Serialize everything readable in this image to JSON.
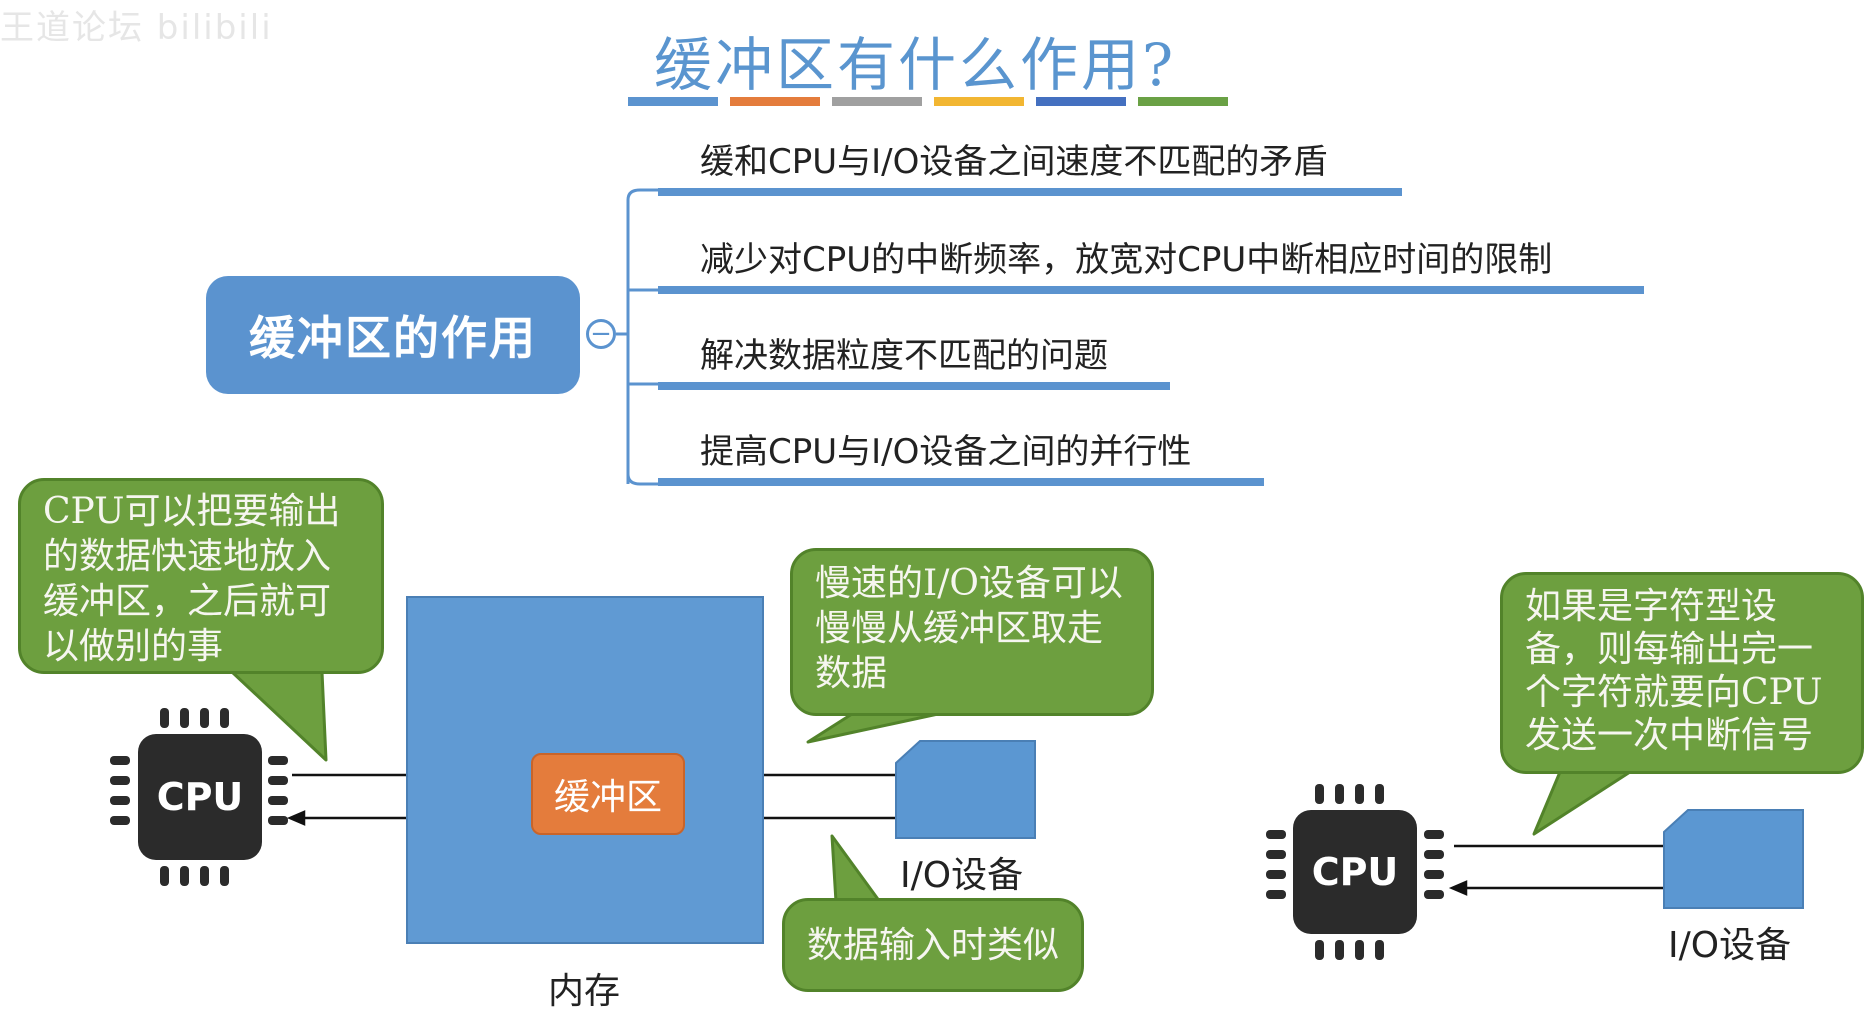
{
  "watermark": "王道论坛 bilibili",
  "slide": {
    "title": "缓冲区有什么作用?",
    "title_bar_colors": [
      "#5b93cf",
      "#e47c3c",
      "#a0a0a0",
      "#f2b632",
      "#4470c0",
      "#6aa145"
    ]
  },
  "mindmap": {
    "center": "缓冲区的作用",
    "collapse_symbol": "−",
    "branches": [
      {
        "text": "缓和CPU与I/O设备之间速度不匹配的矛盾"
      },
      {
        "text": "减少对CPU的中断频率，放宽对CPU中断相应时间的限制"
      },
      {
        "text": "解决数据粒度不匹配的问题"
      },
      {
        "text": "提高CPU与I/O设备之间的并行性"
      }
    ]
  },
  "diagram_left": {
    "cpu_label": "CPU",
    "buffer_label": "缓冲区",
    "memory_label": "内存",
    "io_label": "I/O设备",
    "bubble_cpu": "CPU可以把要输出的数据快速地放入缓冲区，之后就可以做别的事",
    "bubble_io": "慢速的I/O设备可以慢慢从缓冲区取走数据",
    "bubble_input": "数据输入时类似"
  },
  "diagram_right": {
    "cpu_label": "CPU",
    "io_label": "I/O设备",
    "bubble_char": "如果是字符型设备，则每输出完一个字符就要向CPU发送一次中断信号"
  },
  "colors": {
    "accent_blue": "#5b93cf",
    "bubble_green": "#6d9f3f",
    "buffer_orange": "#e47c3c",
    "chip_dark": "#2b2b2b"
  }
}
